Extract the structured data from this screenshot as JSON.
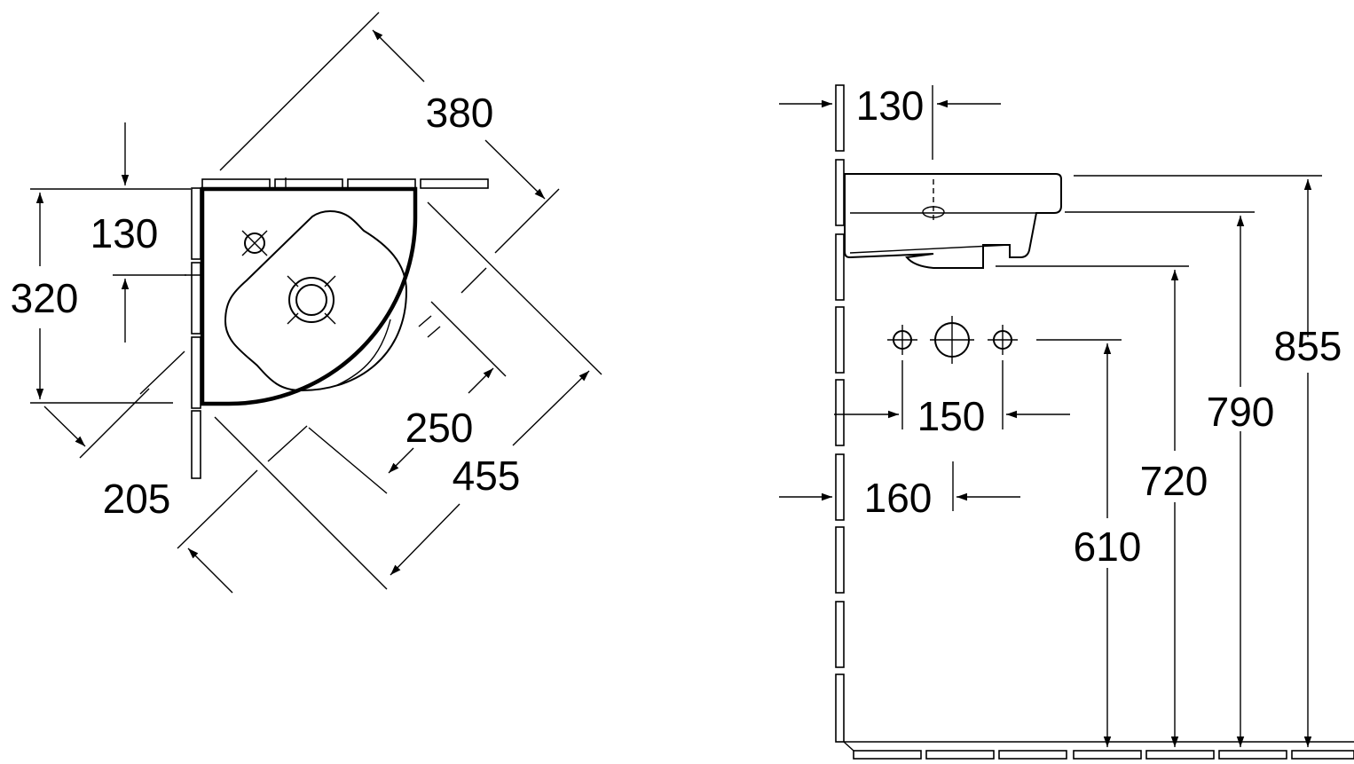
{
  "colors": {
    "line": "#000000",
    "background": "#ffffff"
  },
  "plan_view": {
    "dims": {
      "length_diagonal": "380",
      "height_320": "320",
      "depth_130": "130",
      "offset_205": "205",
      "basin_250": "250",
      "overall_455": "455"
    }
  },
  "side_view": {
    "dims": {
      "wall_130": "130",
      "tap_spacing_150": "150",
      "waste_160": "160",
      "height_855": "855",
      "height_790": "790",
      "height_720": "720",
      "height_610": "610"
    }
  }
}
